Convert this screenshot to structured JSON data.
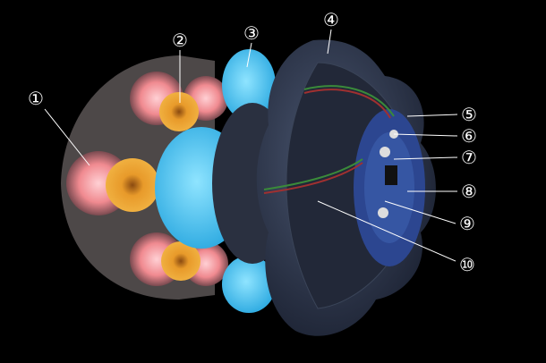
{
  "labels": [
    "①",
    "②",
    "③",
    "④",
    "⑤",
    "⑥",
    "⑦",
    "⑧",
    "⑨",
    "⑩"
  ],
  "colors": {
    "background": "#000000",
    "housing": "#9a8f8f",
    "glow": "#f08a90",
    "coil": "#e89a2a",
    "diffuser": "#3cc0ee",
    "plate": "#2a3246",
    "pcb": "#3a5aa8"
  }
}
